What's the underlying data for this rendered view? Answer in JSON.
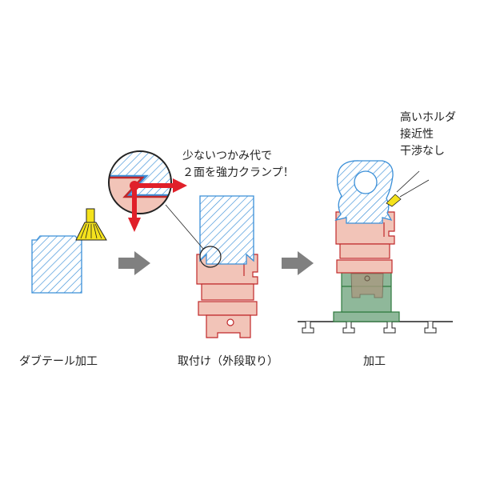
{
  "steps": [
    {
      "label": "ダブテール加工"
    },
    {
      "label": "取付け（外段取り）"
    },
    {
      "label": "加工"
    }
  ],
  "callouts": {
    "clamp": [
      "少ないつかみ代で",
      "２面を強力クランプ！"
    ],
    "access": [
      "高いホルダ",
      "接近性",
      "干渉なし"
    ]
  },
  "colors": {
    "workpiece": "#3a8fd8",
    "holder_fill": "#f2c4b8",
    "holder_stroke": "#c0282a",
    "vise_fill": "#8fb89a",
    "vise_stroke": "#2e7a3e",
    "cutter": "#f4e21c",
    "arrow_gray": "#808080",
    "force_arrow": "#e0202a"
  }
}
